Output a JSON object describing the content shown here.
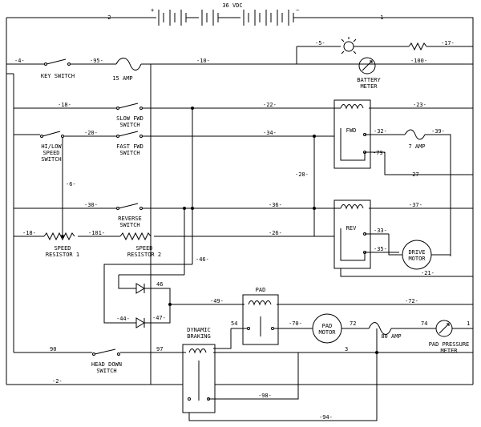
{
  "battery": {
    "voltage": "36 VDC",
    "plus": "+",
    "minus": "−"
  },
  "wires": {
    "w2_top": "-2-",
    "w1": "-1-",
    "w4": "-4-",
    "w95": "-95-",
    "w10": "-10-",
    "w5": "-5-",
    "w17": "-17-",
    "w100": "-100-",
    "w18a": "-18-",
    "w22": "-22-",
    "w23": "-23-",
    "w20": "-20-",
    "w34": "-34-",
    "w32": "-32-",
    "w39": "-39-",
    "w79": "-79-",
    "w6": "-6-",
    "w28": "-28-",
    "w27": "-27-",
    "w30": "-30-",
    "w36": "-36-",
    "w37": "-37-",
    "w18b": "-18-",
    "w101": "-101-",
    "w26": "-26-",
    "w33": "-33-",
    "w35": "-35-",
    "w46": "-46-",
    "w21": "-21-",
    "w44": "-44-",
    "w47": "-47-",
    "w49": "-49-",
    "w72": "-72-",
    "w54": "54",
    "w70": "-70-",
    "w72b": "72",
    "w74": "74",
    "w1b": "1",
    "w90": "90",
    "w97": "97",
    "w3": "3",
    "w2_bot": "-2-",
    "w98": "-98-",
    "w94": "-94-"
  },
  "components": {
    "key_switch": "KEY SWITCH",
    "fuse_15": "15 AMP",
    "battery_meter": [
      "BATTERY",
      "METER"
    ],
    "slow_fwd": [
      "SLOW FWD",
      "SWITCH"
    ],
    "fast_fwd": [
      "FAST FWD",
      "SWITCH"
    ],
    "hi_low": [
      "HI/LOW",
      "SPEED",
      "SWITCH"
    ],
    "reverse": [
      "REVERSE",
      "SWITCH"
    ],
    "speed_res1": [
      "SPEED",
      "RESISTOR 1"
    ],
    "speed_res2": [
      "SPEED",
      "RESISTOR 2"
    ],
    "fwd_relay": "FWD",
    "rev_relay": "REV",
    "fuse_7": "7 AMP",
    "drive_motor": [
      "DRIVE",
      "MOTOR"
    ],
    "diode_46": "46",
    "pad_relay": "PAD",
    "pad_motor": [
      "PAD",
      "MOTOR"
    ],
    "fuse_80": "80 AMP",
    "pad_pressure": [
      "PAD PRESSURE",
      "METER"
    ],
    "dynamic_braking": [
      "DYNAMIC",
      "BRAKING"
    ],
    "head_down": [
      "HEAD DOWN",
      "SWITCH"
    ]
  }
}
